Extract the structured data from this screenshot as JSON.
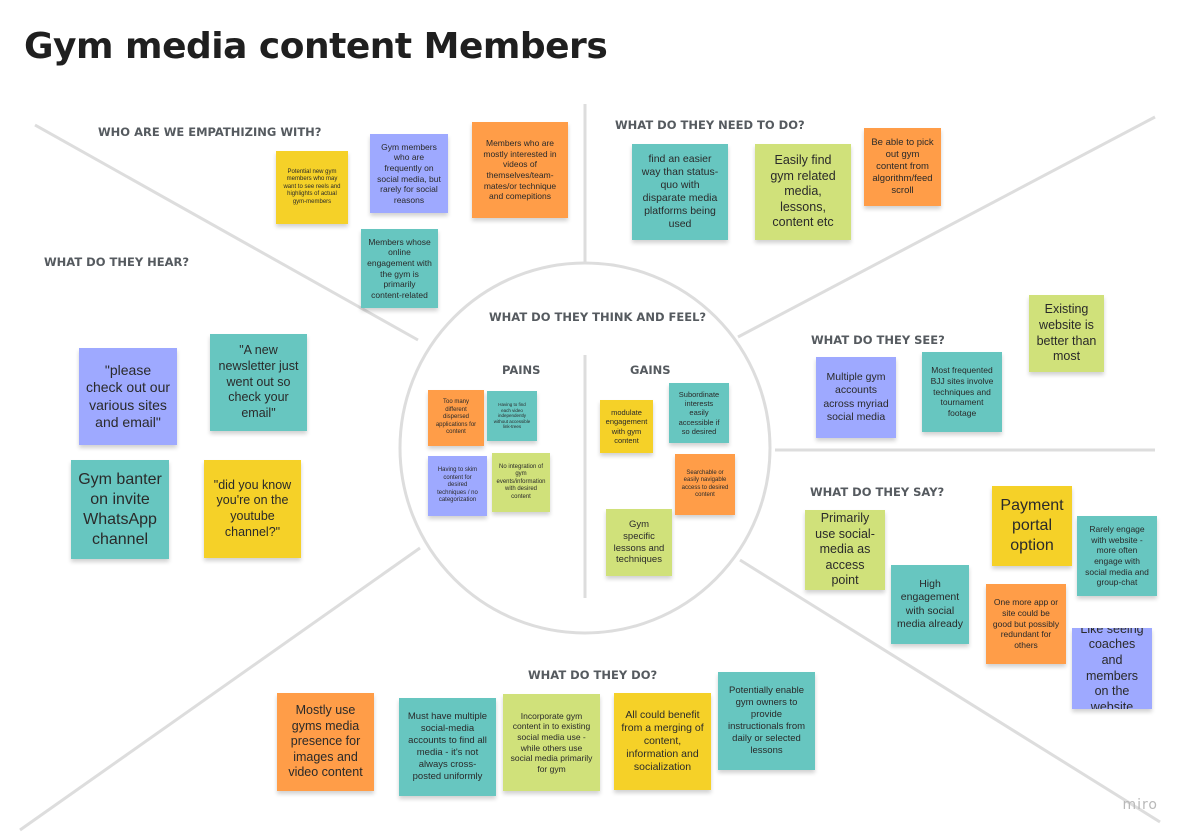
{
  "title": "Gym media content Members",
  "watermark": "miro",
  "colors": {
    "yellow": "#f5d128",
    "orange": "#ff9d48",
    "purple": "#9ea9ff",
    "teal": "#67c6c0",
    "lime": "#d0e17a",
    "lines": "#dddddd"
  },
  "sections": {
    "empathize": "WHO ARE WE EMPATHIZING WITH?",
    "need": "WHAT DO THEY NEED TO DO?",
    "hear": "WHAT DO THEY HEAR?",
    "think": "WHAT DO THEY THINK AND FEEL?",
    "see": "WHAT DO THEY SEE?",
    "say": "WHAT DO THEY SAY?",
    "do": "WHAT DO THEY DO?",
    "pains": "PAINS",
    "gains": "GAINS"
  },
  "notes": {
    "empathize": [
      "Potential new gym members who may want to see reels and highlights of actual gym-members",
      "Gym members who are frequently on social media, but rarely for social reasons",
      "Members who are mostly interested in videos of themselves/team-mates/or technique and comepitions",
      "Members whose online engagement with the gym is primarily content-related"
    ],
    "need": [
      "find an easier way than status-quo with disparate media platforms being used",
      "Easily find gym related media, lessons, content etc",
      "Be able to pick out gym content from algorithm/feed scroll"
    ],
    "hear": [
      "\"please check out our various sites and email\"",
      "\"A new newsletter just went out so check your email\"",
      "Gym banter on invite WhatsApp channel",
      "\"did you know you're on the youtube channel?\""
    ],
    "pains": [
      "Too many different dispersed applications for content",
      "Having to find each video independently without accessible link-trees",
      "Having to skim content for desired techniques / no categorization",
      "No integration of gym events/information with desired content"
    ],
    "gains": [
      "modulate engagement with gym content",
      "Subordinate interests easily accessible if so desired",
      "Searchable or easily navigable access to desired content",
      "Gym specific lessons and techniques"
    ],
    "see": [
      "Multiple gym accounts across myriad social media",
      "Most frequented BJJ sites involve techniques and tournament footage",
      "Existing website is better than most"
    ],
    "say": [
      "Primarily use social-media as access point",
      "High engagement with social media already",
      "Payment portal option",
      "One more app or site could be good but possibly redundant for others",
      "Rarely engage with website - more often engage with social media and group-chat",
      "Like seeing coaches and members on the website"
    ],
    "do": [
      "Mostly use gyms media presence for images and video content",
      "Must have multiple social-media accounts to find all media - it's not always cross-posted uniformly",
      "Incorporate gym content in to existing social media use - while others use social media primarily for gym",
      "All could benefit from a merging of content, information and socialization",
      "Potentially enable gym owners to provide instructionals from daily or selected lessons"
    ]
  }
}
